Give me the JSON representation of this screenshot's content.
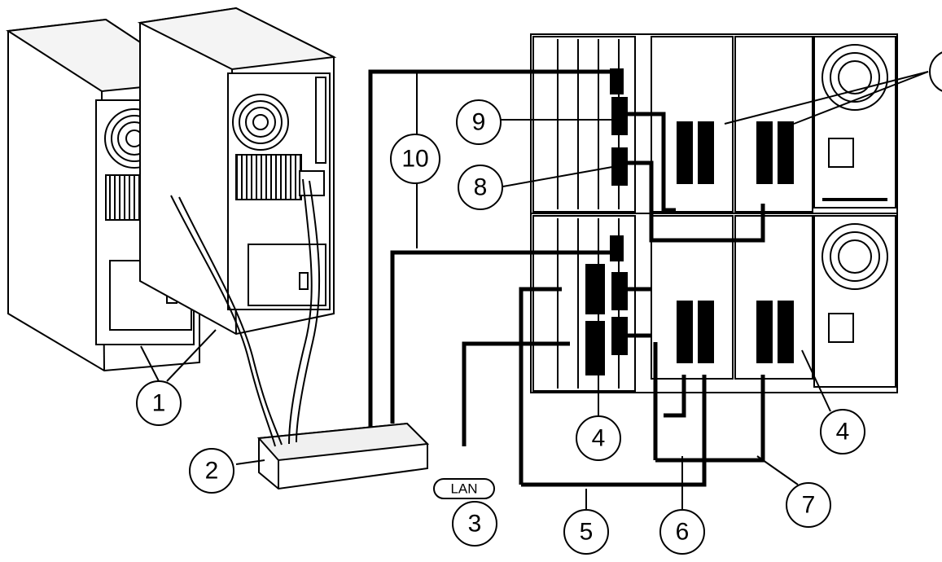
{
  "callouts": {
    "c1": "1",
    "c2": "2",
    "c3": "3",
    "c4a": "4",
    "c4b": "4",
    "c5": "5",
    "c6": "6",
    "c7": "7",
    "c8": "8",
    "c9": "9",
    "c10": "10"
  },
  "lan_label": "LAN",
  "colors": {
    "line": "#000000",
    "fill": "#ffffff",
    "hatch": "#000000"
  }
}
